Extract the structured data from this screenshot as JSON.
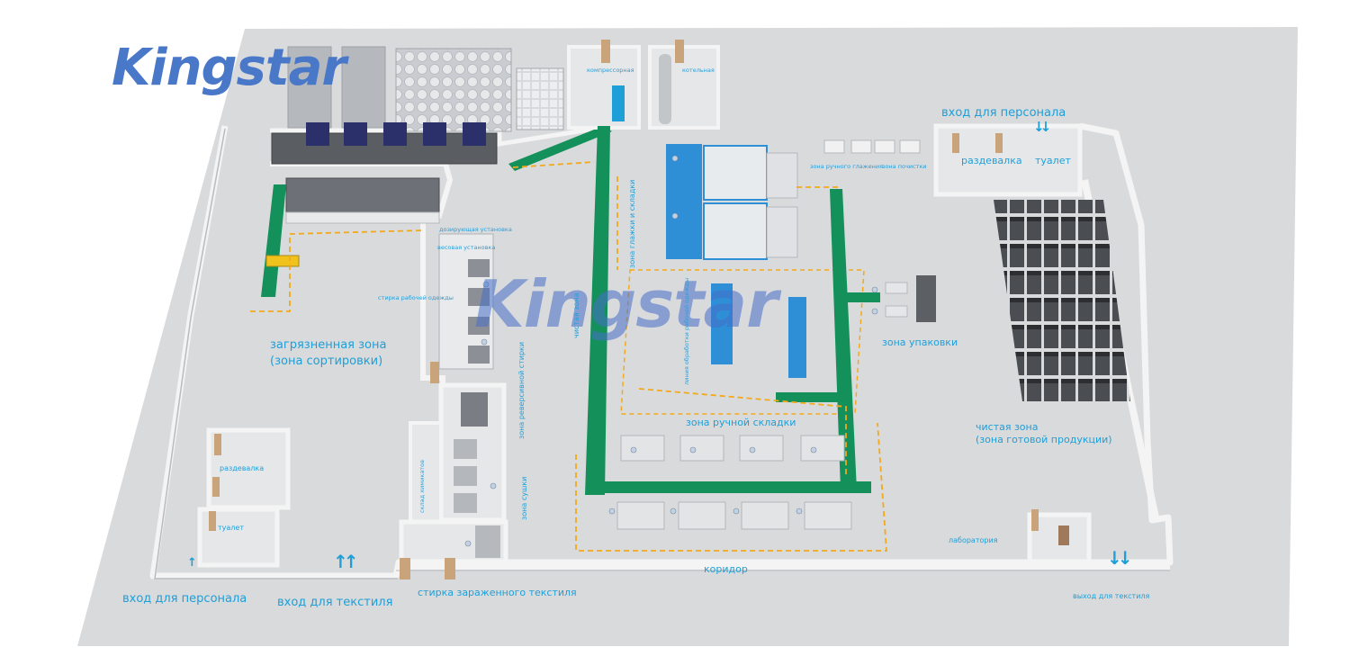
{
  "brand": {
    "logo_text": "Kingstar",
    "watermark_text": "Kingstar",
    "color": "#4a78c8"
  },
  "colors": {
    "label": "#1e9fd8",
    "floor": "#d9dadc",
    "wall": "#f3f3f3",
    "conveyor": "#14915a",
    "zone_border": "#f2a91c"
  },
  "labels": {
    "staff_entrance_top": "вход для персонала",
    "changing_room_top": "раздевалка",
    "toilet_top": "туалет",
    "compressor_room": "компрессорная",
    "boiler_room": "котельная",
    "manual_ironing_zone": "зона ручного глажения",
    "press_zone": "зона почистки",
    "ironing_folding_zone": "зона глажки и складки",
    "clean_zone_vertical": "чистая зона",
    "workwear_line": "линия обработки рабочей одежды",
    "packing_zone": "зона упаковки",
    "manual_folding_zone": "зона ручной складки",
    "clean_zone_finished_1": "чистая зона",
    "clean_zone_finished_2": "(зона готовой продукции)",
    "dirty_zone_1": "загрязненная зона",
    "dirty_zone_2": "(зона сортировки)",
    "workwear_washing": "стирка рабочей одежды",
    "reverse_washing_zone": "зона реверсивной стирки",
    "drying_zone": "зона сушки",
    "chemicals_storage": "склад химикатов",
    "changing_room_left": "раздевалка",
    "toilet_left": "туалет",
    "staff_entrance_bottom": "вход для персонала",
    "textile_entrance": "вход для текстиля",
    "contaminated_washing": "стирка зараженного текстиля",
    "corridor": "коридор",
    "laboratory": "лаборатория",
    "textile_exit": "выход для текстиля",
    "small_1": "дозирующая установка",
    "small_2": "весовая установка"
  },
  "arrows": {
    "staff_in_top": "↓↓",
    "textile_in": "↑↑",
    "textile_out": "↓↓",
    "staff_in_bottom": "↑"
  }
}
